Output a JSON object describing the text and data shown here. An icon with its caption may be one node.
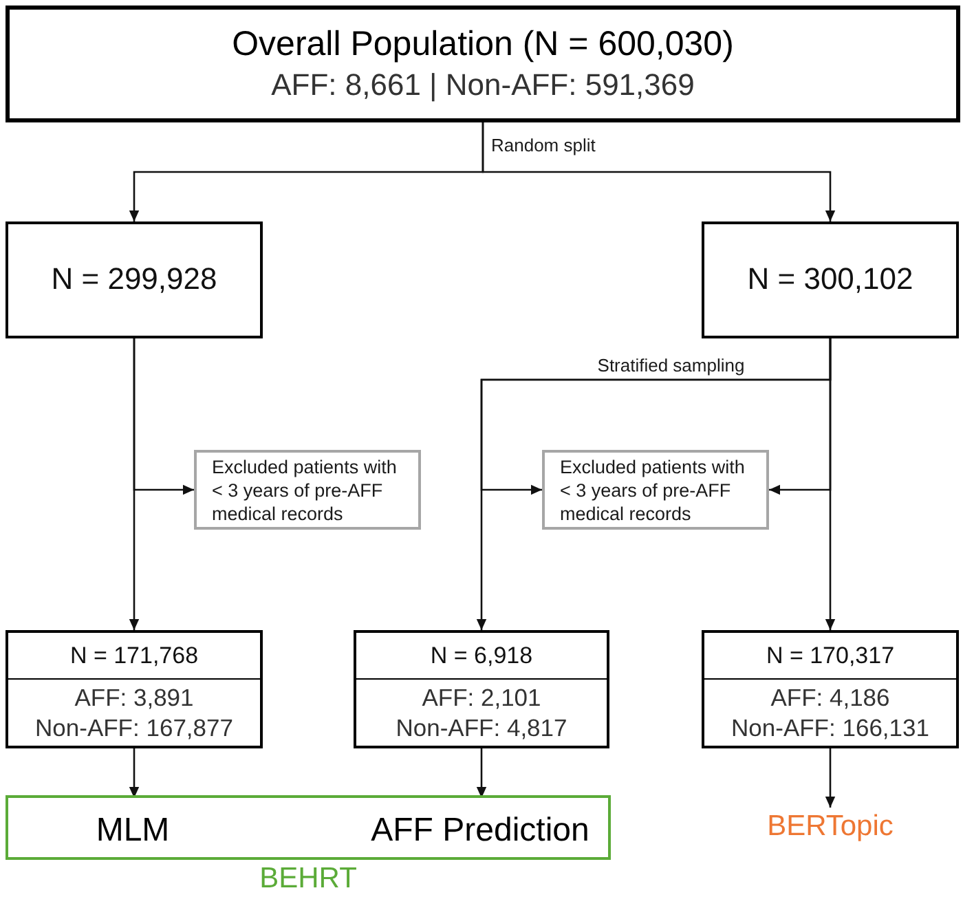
{
  "diagram": {
    "nodes": [
      {
        "text": [
          "Overall Population (N = 600,030)",
          "AFF: 8,661 | Non-AFF: 591,369"
        ]
      },
      {
        "text": [
          "N = 299,928"
        ]
      },
      {
        "text": [
          "N = 300,102"
        ]
      },
      {
        "text": [
          "Excluded patients with < 3 years of pre-AFF medical records"
        ]
      },
      {
        "text": [
          "Excluded patients with < 3 years of pre-AFF medical records"
        ]
      },
      {
        "text": [
          "N = 171,768",
          "AFF: 3,891",
          "Non-AFF: 167,877"
        ]
      },
      {
        "text": [
          "N = 6,918",
          "AFF: 2,101",
          "Non-AFF: 4,817"
        ]
      },
      {
        "text": [
          "N = 170,317",
          "AFF: 4,186",
          "Non-AFF: 166,131"
        ]
      },
      {
        "text": [
          "BEHRT"
        ]
      },
      {
        "text": [
          "MLM"
        ],
        "in": 8
      },
      {
        "text": [
          "AFF Prediction"
        ],
        "in": 8
      },
      {
        "text": [
          "BERTopic"
        ]
      }
    ],
    "edges": [
      {
        "from": 0,
        "to": 1,
        "arrow": "to",
        "label": "Random split"
      },
      {
        "from": 0,
        "to": 2,
        "arrow": "to"
      },
      {
        "from": 1,
        "to": 3,
        "arrow": "to"
      },
      {
        "from": 1,
        "to": 5,
        "arrow": "to"
      },
      {
        "from": 2,
        "to": 6,
        "arrow": "to",
        "label": "Stratified sampling"
      },
      {
        "from": 2,
        "to": 4,
        "arrow": "to"
      },
      {
        "from": 2,
        "to": 4,
        "arrow": "to"
      },
      {
        "from": 2,
        "to": 7,
        "arrow": "to"
      },
      {
        "from": 5,
        "to": 9,
        "arrow": "to"
      },
      {
        "from": 6,
        "to": 10,
        "arrow": "to"
      },
      {
        "from": 7,
        "to": 11,
        "arrow": "to"
      }
    ]
  }
}
